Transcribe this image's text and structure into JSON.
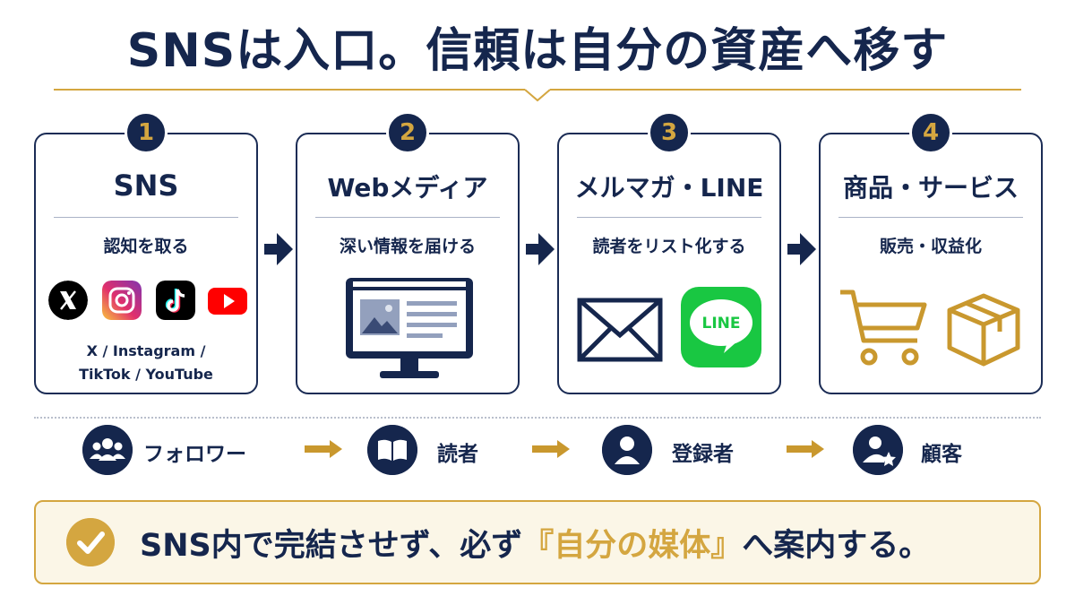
{
  "title": "SNSは入口。信頼は自分の資産へ移す",
  "colors": {
    "navy": "#15264d",
    "gold": "#d4a640",
    "cream": "#fbf6e7"
  },
  "steps": [
    {
      "number": "1",
      "title": "SNS",
      "subtitle": "認知を取る",
      "platforms_line1": "X / Instagram /",
      "platforms_line2": "TikTok / YouTube",
      "icons": [
        "x-logo-icon",
        "instagram-logo-icon",
        "tiktok-logo-icon",
        "youtube-logo-icon"
      ]
    },
    {
      "number": "2",
      "title": "Webメディア",
      "subtitle": "深い情報を届ける",
      "icons": [
        "monitor-icon"
      ]
    },
    {
      "number": "3",
      "title": "メルマガ・LINE",
      "subtitle": "読者をリスト化する",
      "line_logo_text": "LINE",
      "icons": [
        "envelope-icon",
        "line-logo-icon"
      ]
    },
    {
      "number": "4",
      "title": "商品・サービス",
      "subtitle": "販売・収益化",
      "icons": [
        "shopping-cart-icon",
        "package-box-icon"
      ]
    }
  ],
  "stages": [
    {
      "label": "フォロワー",
      "icon": "group-icon"
    },
    {
      "label": "読者",
      "icon": "book-icon"
    },
    {
      "label": "登録者",
      "icon": "person-icon"
    },
    {
      "label": "顧客",
      "icon": "customer-star-icon"
    }
  ],
  "footer": {
    "text_before": "SNS内で完結させず、必ず",
    "highlight": "『自分の媒体』",
    "text_after": "へ案内する。",
    "icon": "check-icon"
  }
}
